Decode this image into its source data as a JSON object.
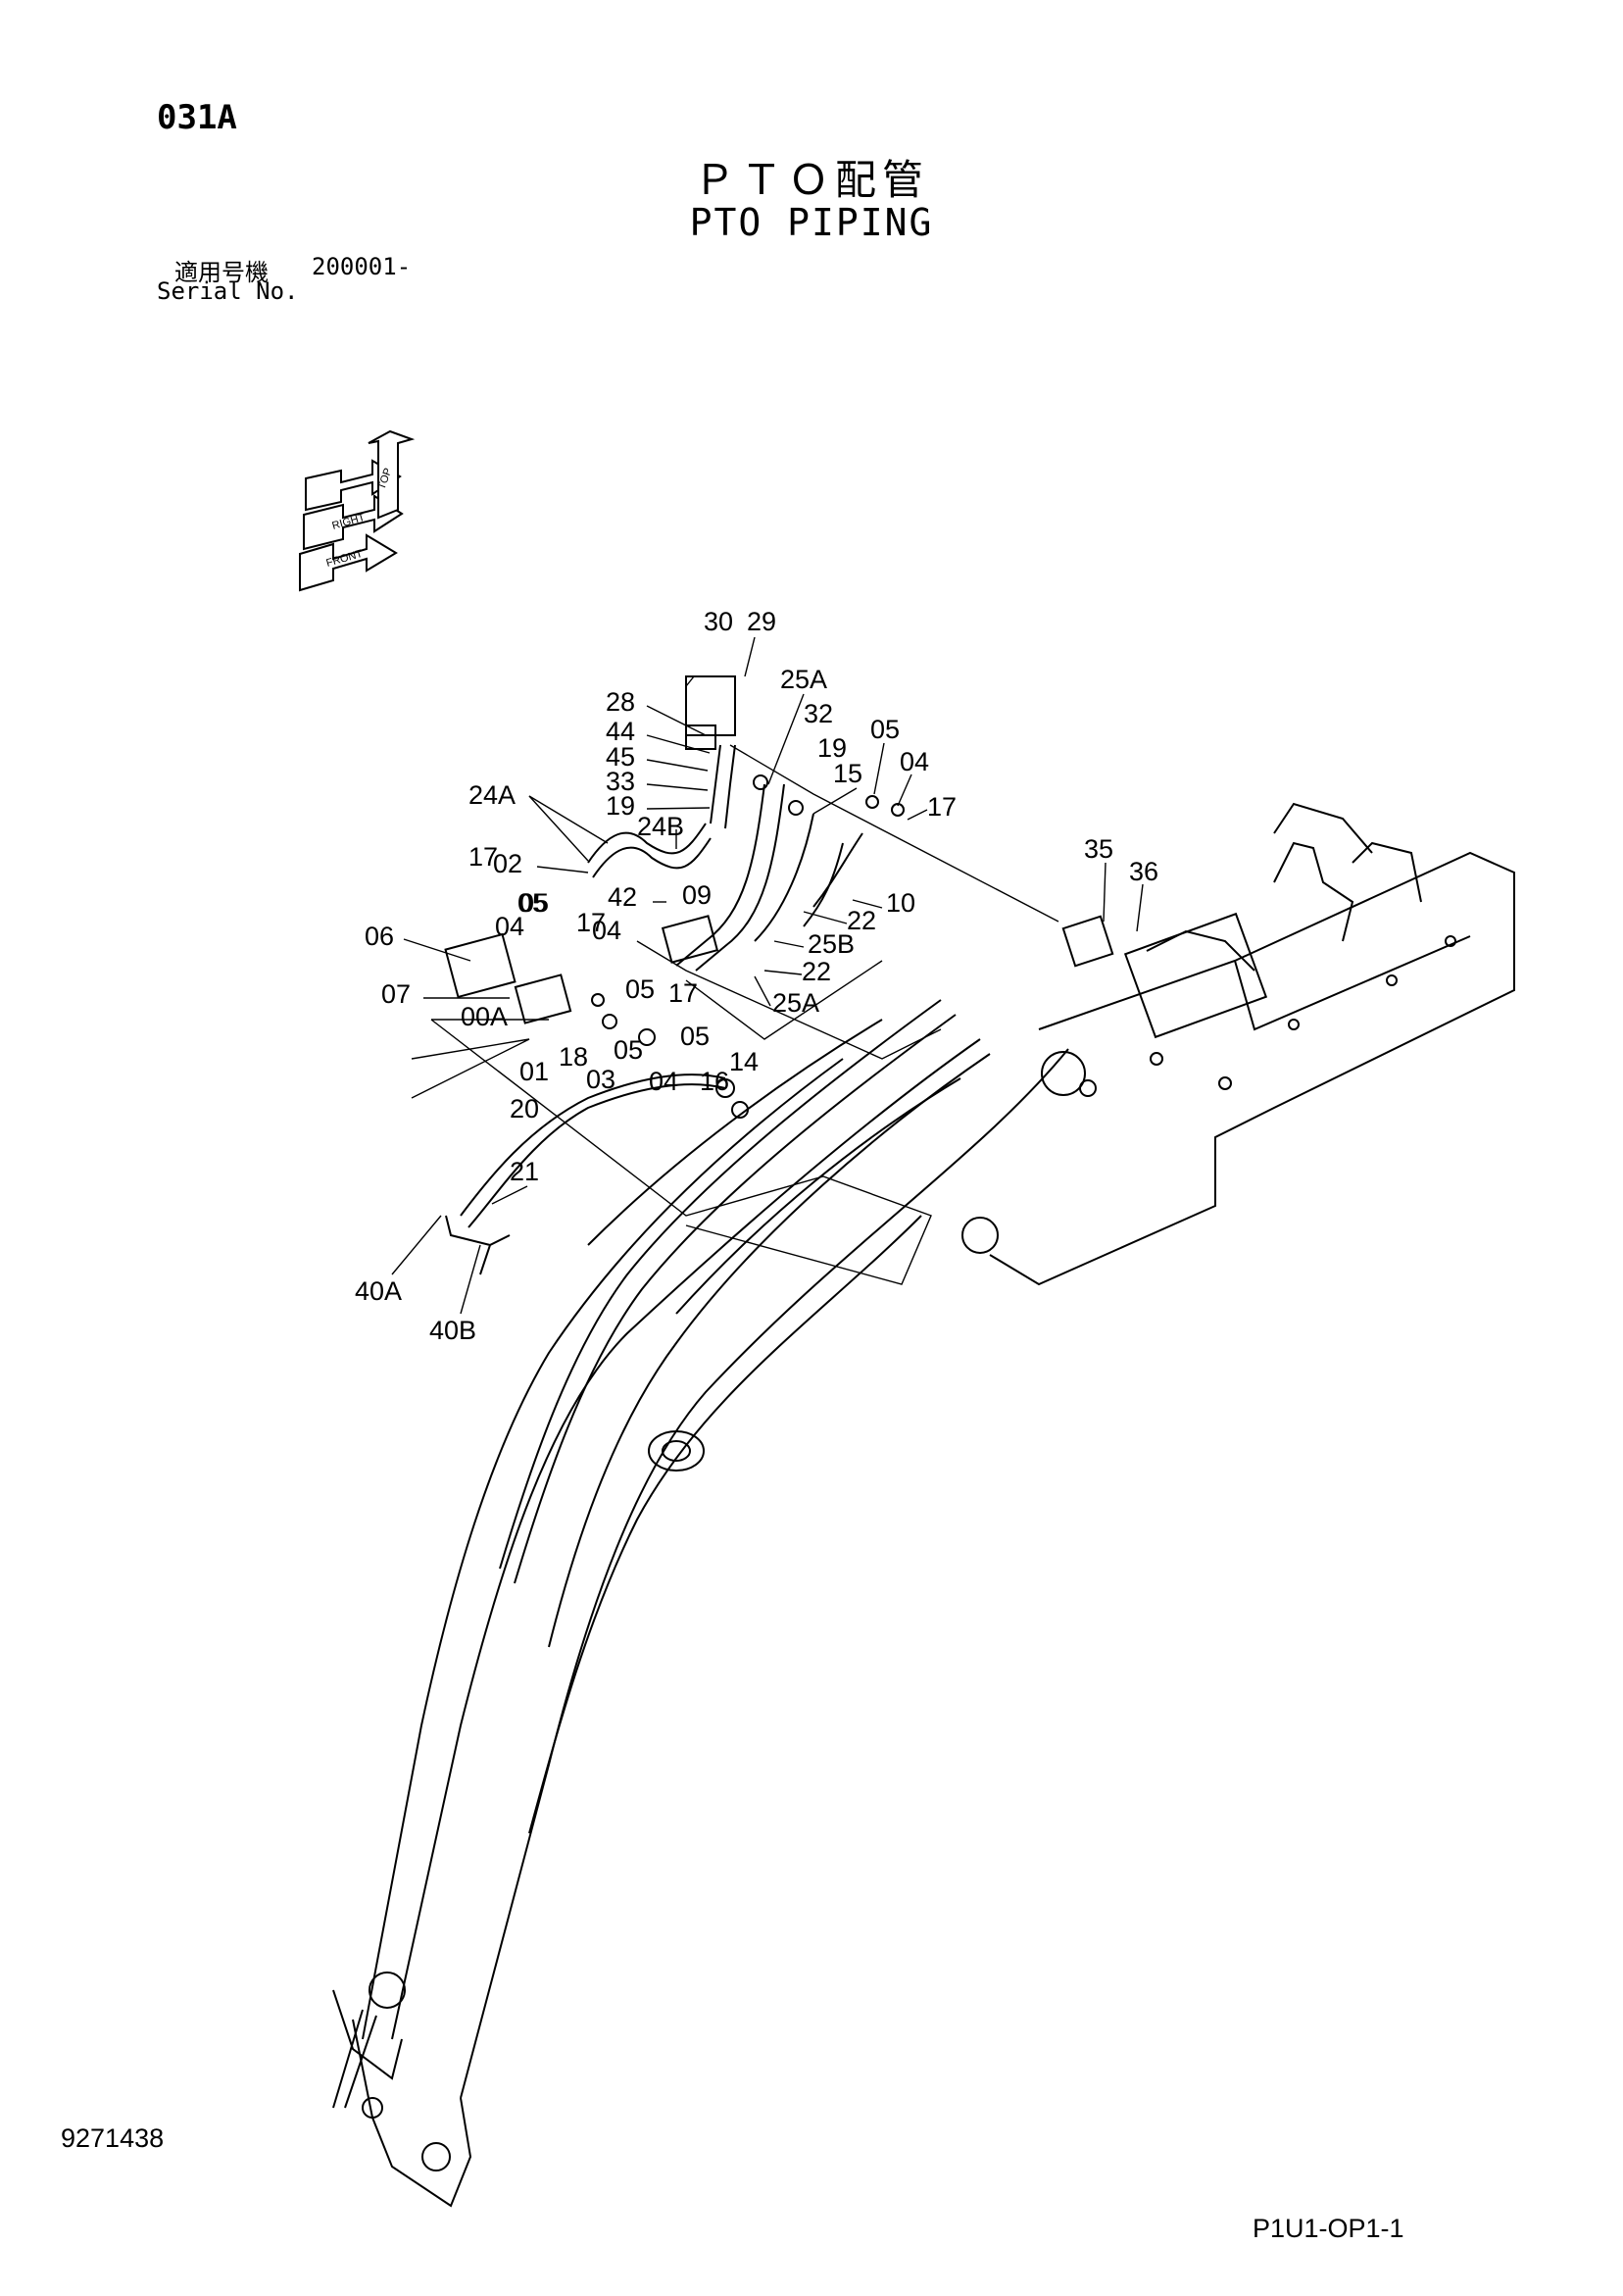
{
  "header": {
    "page_code": "031A",
    "title_jp": "ＰＴＯ配管",
    "title_en": "PTO PIPING",
    "serial_label_jp": "適用号機",
    "serial_value": "200001-",
    "serial_label_en": "Serial No."
  },
  "orientation": [
    "TOP",
    "RIGHT",
    "FRONT"
  ],
  "callouts": [
    "30",
    "29",
    "25A",
    "28",
    "32",
    "05",
    "44",
    "45",
    "19",
    "04",
    "33",
    "15",
    "17",
    "24A",
    "24B",
    "35",
    "36",
    "19",
    "02",
    "09",
    "17",
    "05",
    "42",
    "10",
    "22",
    "06",
    "04",
    "25B",
    "05",
    "22",
    "07",
    "00A",
    "17",
    "25A",
    "17",
    "05",
    "18",
    "04",
    "01",
    "03",
    "14",
    "04",
    "05",
    "16",
    "05",
    "20",
    "21",
    "40A",
    "40B"
  ],
  "footer": {
    "doc_number": "9271438",
    "page_ref": "P1U1-OP1-1"
  }
}
